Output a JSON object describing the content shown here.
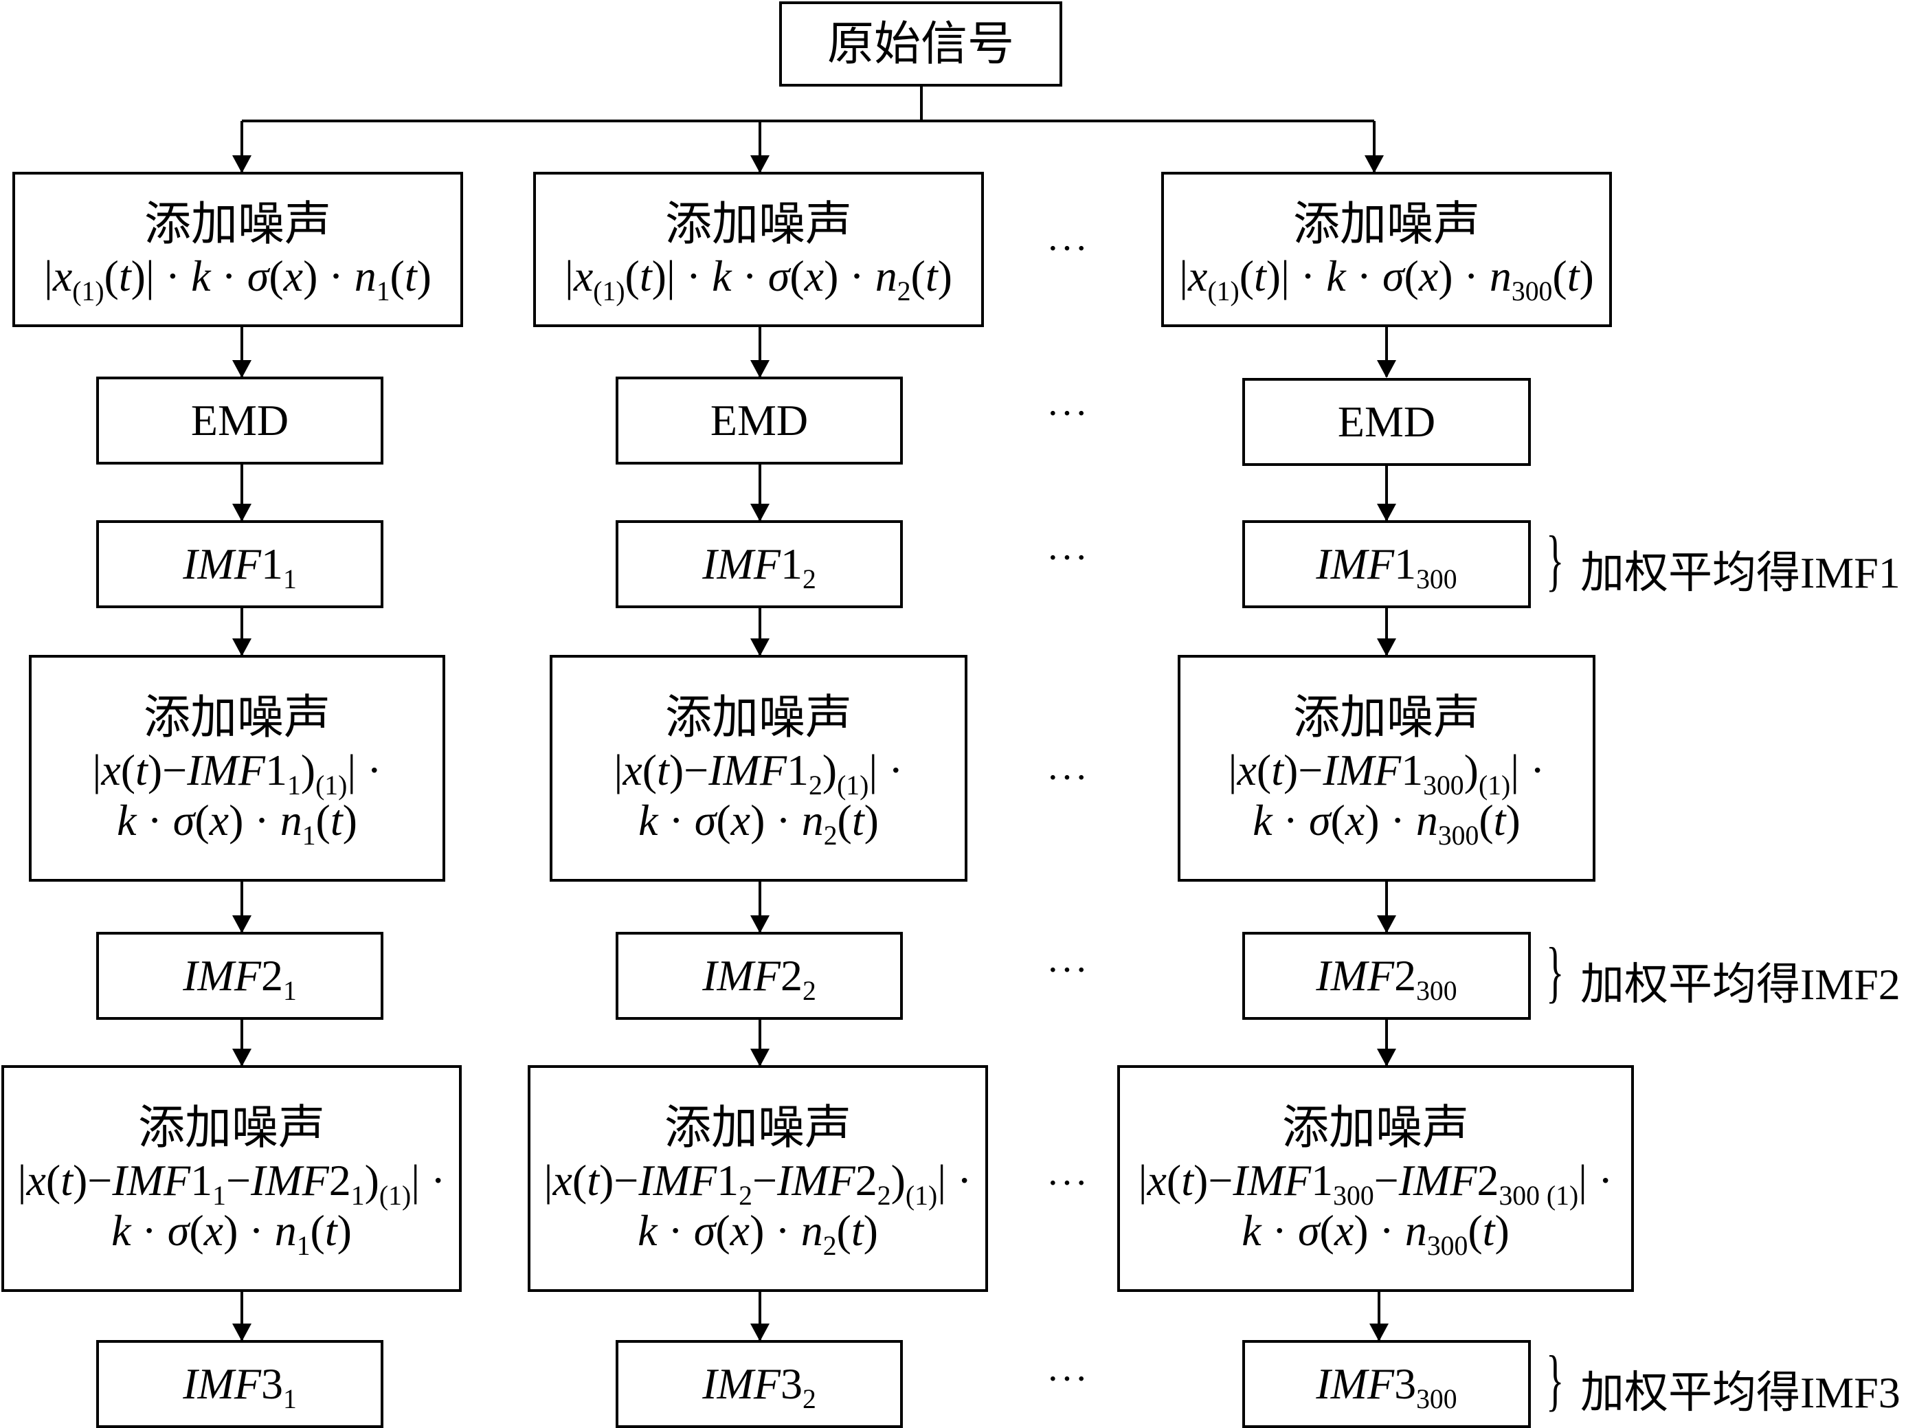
{
  "source": "原始信号",
  "add_noise": "添加噪声",
  "emd": "EMD",
  "ellipsis": "···",
  "imf_prefix": "IMF",
  "col_index": [
    "1",
    "2",
    "300"
  ],
  "notes": [
    "加权平均得IMF1",
    "加权平均得IMF2",
    "加权平均得IMF3"
  ]
}
